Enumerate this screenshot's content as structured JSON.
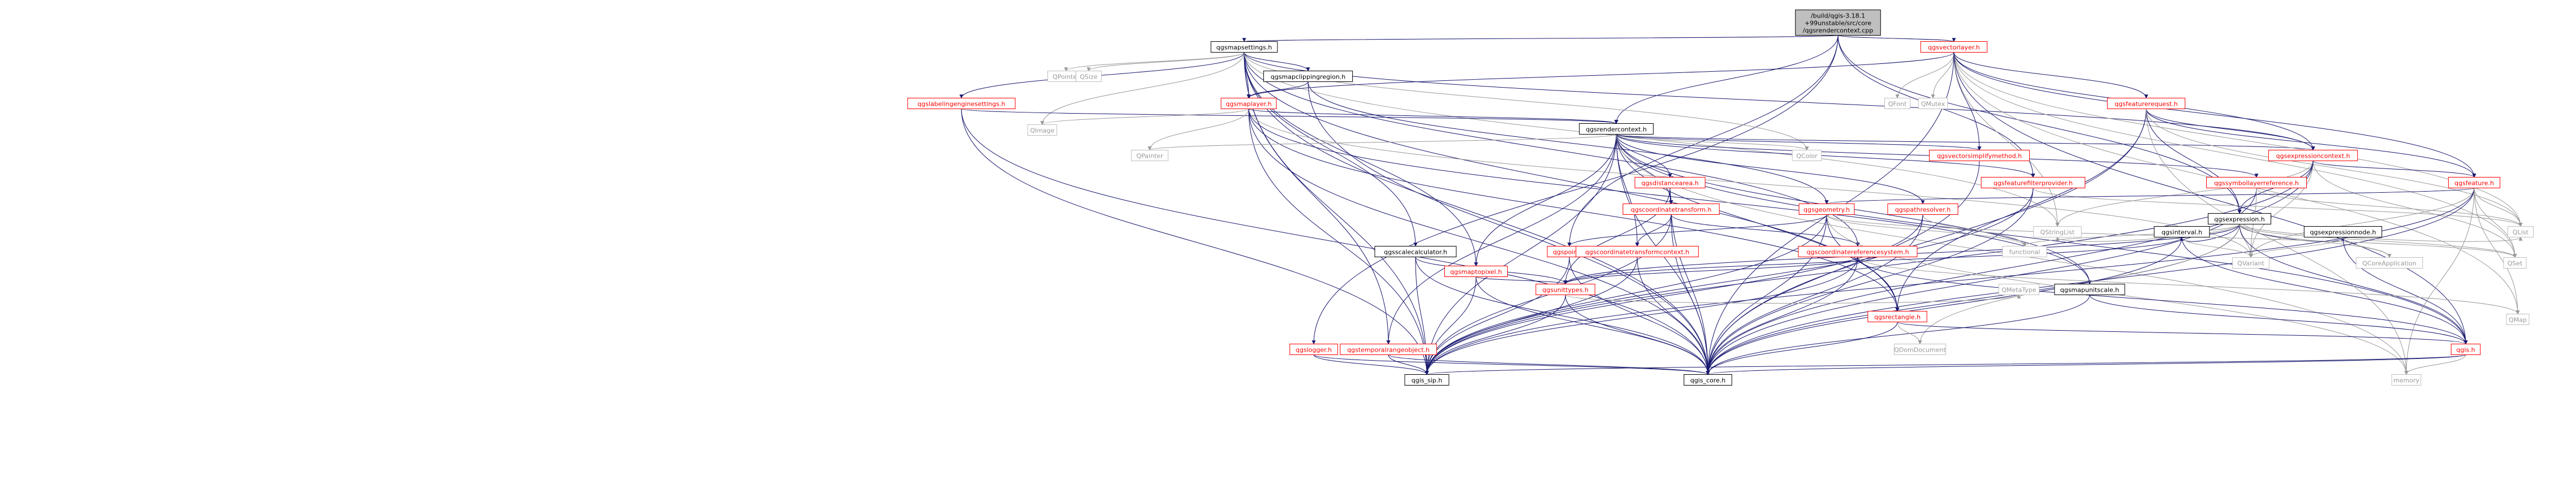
{
  "colors": {
    "root_fill": "#bfbfbf",
    "node_fill": "#ffffff",
    "node_border_red": "#ff0000",
    "node_border_gray": "#bfbfbf",
    "node_border_black": "#000000",
    "text_red": "#ff0000",
    "text_black": "#000000",
    "text_gray": "#999999",
    "edge_navy": "#191970",
    "edge_gray": "#999999"
  },
  "nodes": [
    {
      "id": "root",
      "lines": [
        "/build/qgis-3.18.1",
        "+99unstable/src/core",
        "/qgsrendercontext.cpp"
      ],
      "style": "root"
    },
    {
      "id": "qgsmapsettings",
      "lines": [
        "qgsmapsettings.h"
      ],
      "style": "black"
    },
    {
      "id": "qgsvectorlayer",
      "lines": [
        "qgsvectorlayer.h"
      ],
      "style": "red"
    },
    {
      "id": "qpointer",
      "lines": [
        "QPointer"
      ],
      "style": "gray"
    },
    {
      "id": "qsize",
      "lines": [
        "QSize"
      ],
      "style": "gray"
    },
    {
      "id": "qgsmapclippingregion",
      "lines": [
        "qgsmapclippingregion.h"
      ],
      "style": "black"
    },
    {
      "id": "qgslabelingenginesettings",
      "lines": [
        "qgslabelingenginesettings.h"
      ],
      "style": "red"
    },
    {
      "id": "qgsmaplayer",
      "lines": [
        "qgsmaplayer.h"
      ],
      "style": "red"
    },
    {
      "id": "qimage",
      "lines": [
        "QImage"
      ],
      "style": "gray"
    },
    {
      "id": "qgsrendercontext",
      "lines": [
        "qgsrendercontext.h"
      ],
      "style": "black"
    },
    {
      "id": "qpainter",
      "lines": [
        "QPainter"
      ],
      "style": "gray"
    },
    {
      "id": "qcolor",
      "lines": [
        "QColor"
      ],
      "style": "gray"
    },
    {
      "id": "qfont",
      "lines": [
        "QFont"
      ],
      "style": "gray"
    },
    {
      "id": "qmutex",
      "lines": [
        "QMutex"
      ],
      "style": "gray"
    },
    {
      "id": "qgsfeaturerequest",
      "lines": [
        "qgsfeaturerequest.h"
      ],
      "style": "red"
    },
    {
      "id": "qgsvectorsimplifymethod",
      "lines": [
        "qgsvectorsimplifymethod.h"
      ],
      "style": "red"
    },
    {
      "id": "qgsexpressioncontext",
      "lines": [
        "qgsexpressioncontext.h"
      ],
      "style": "red"
    },
    {
      "id": "qgsfeaturefilterprovider",
      "lines": [
        "qgsfeaturefilterprovider.h"
      ],
      "style": "red"
    },
    {
      "id": "qgssymbollayerreference",
      "lines": [
        "qgssymbollayerreference.h"
      ],
      "style": "red"
    },
    {
      "id": "qgsdistancearea",
      "lines": [
        "qgsdistancearea.h"
      ],
      "style": "red"
    },
    {
      "id": "qgsexpression",
      "lines": [
        "qgsexpression.h"
      ],
      "style": "black"
    },
    {
      "id": "qgsfeature",
      "lines": [
        "qgsfeature.h"
      ],
      "style": "red"
    },
    {
      "id": "qgscoordinatetransform",
      "lines": [
        "qgscoordinatetransform.h"
      ],
      "style": "red"
    },
    {
      "id": "qgsgeometry",
      "lines": [
        "qgsgeometry.h"
      ],
      "style": "red"
    },
    {
      "id": "qgspathresolver",
      "lines": [
        "qgspathresolver.h"
      ],
      "style": "red"
    },
    {
      "id": "qgsinterval",
      "lines": [
        "qgsinterval.h"
      ],
      "style": "black"
    },
    {
      "id": "qgsexpressionnode",
      "lines": [
        "qgsexpressionnode.h"
      ],
      "style": "black"
    },
    {
      "id": "qstringlist",
      "lines": [
        "QStringList"
      ],
      "style": "gray"
    },
    {
      "id": "qlist",
      "lines": [
        "QList"
      ],
      "style": "gray"
    },
    {
      "id": "qgsscalecalculator",
      "lines": [
        "qgsscalecalculator.h"
      ],
      "style": "black"
    },
    {
      "id": "qgspoint",
      "lines": [
        "qgspoint.h"
      ],
      "style": "red"
    },
    {
      "id": "qgsmaptopixel",
      "lines": [
        "qgsmaptopixel.h"
      ],
      "style": "red"
    },
    {
      "id": "qgscoordinatetransformcontext",
      "lines": [
        "qgscoordinatetransformcontext.h"
      ],
      "style": "red"
    },
    {
      "id": "qgscoordinatereferencesystem",
      "lines": [
        "qgscoordinatereferencesystem.h"
      ],
      "style": "red"
    },
    {
      "id": "functional",
      "lines": [
        "functional"
      ],
      "style": "gray"
    },
    {
      "id": "qvariant",
      "lines": [
        "QVariant"
      ],
      "style": "gray"
    },
    {
      "id": "qcoreapplication",
      "lines": [
        "QCoreApplication"
      ],
      "style": "gray"
    },
    {
      "id": "qset",
      "lines": [
        "QSet"
      ],
      "style": "gray"
    },
    {
      "id": "qgsunittypes",
      "lines": [
        "qgsunittypes.h"
      ],
      "style": "red"
    },
    {
      "id": "qmetatype",
      "lines": [
        "QMetaType"
      ],
      "style": "gray"
    },
    {
      "id": "qgsmapunitscale",
      "lines": [
        "qgsmapunitscale.h"
      ],
      "style": "black"
    },
    {
      "id": "qmap",
      "lines": [
        "QMap"
      ],
      "style": "gray"
    },
    {
      "id": "qgsrectangle",
      "lines": [
        "qgsrectangle.h"
      ],
      "style": "red"
    },
    {
      "id": "qgstemporalrangeobject",
      "lines": [
        "qgstemporalrangeobject.h"
      ],
      "style": "red"
    },
    {
      "id": "qgslogger",
      "lines": [
        "qgslogger.h"
      ],
      "style": "red"
    },
    {
      "id": "qdomdocument",
      "lines": [
        "QDomDocument"
      ],
      "style": "gray"
    },
    {
      "id": "qgis",
      "lines": [
        "qgis.h"
      ],
      "style": "red"
    },
    {
      "id": "qgis_sip",
      "lines": [
        "qgis_sip.h"
      ],
      "style": "black"
    },
    {
      "id": "qgis_core",
      "lines": [
        "qgis_core.h"
      ],
      "style": "black"
    },
    {
      "id": "memory",
      "lines": [
        "memory"
      ],
      "style": "gray"
    }
  ],
  "edges": [
    [
      "root",
      "qgsmapsettings"
    ],
    [
      "root",
      "qgsvectorlayer"
    ],
    [
      "root",
      "qgsrendercontext"
    ],
    [
      "root",
      "qgsexpression"
    ],
    [
      "root",
      "qgsfeaturefilterprovider"
    ],
    [
      "root",
      "qgslogger"
    ],
    [
      "root",
      "qgspoint"
    ],
    [
      "qgsmapsettings",
      "qpointer"
    ],
    [
      "qgsmapsettings",
      "qsize"
    ],
    [
      "qgsmapsettings",
      "qimage"
    ],
    [
      "qgsmapsettings",
      "qcolor"
    ],
    [
      "qgsmapsettings",
      "qgsmapclippingregion"
    ],
    [
      "qgsmapsettings",
      "qgslabelingenginesettings"
    ],
    [
      "qgsmapsettings",
      "qgsmaplayer"
    ],
    [
      "qgsmapsettings",
      "qgsexpressioncontext"
    ],
    [
      "qgsmapsettings",
      "qgscoordinatereferencesystem"
    ],
    [
      "qgsmapsettings",
      "qgsrectangle"
    ],
    [
      "qgsmapsettings",
      "qgsscalecalculator"
    ],
    [
      "qgsmapsettings",
      "qgsmaptopixel"
    ],
    [
      "qgsmapsettings",
      "qgstemporalrangeobject"
    ],
    [
      "qgsmapsettings",
      "qgis_sip"
    ],
    [
      "qgsmapsettings",
      "qgis_core"
    ],
    [
      "qgsmapsettings",
      "qstringlist"
    ],
    [
      "qgsmapclippingregion",
      "qgsgeometry"
    ],
    [
      "qgsmapclippingregion",
      "qgsmaplayer"
    ],
    [
      "qgsmapclippingregion",
      "qgis_core"
    ],
    [
      "qgslabelingenginesettings",
      "qgsrendercontext"
    ],
    [
      "qgslabelingenginesettings",
      "qgis_core"
    ],
    [
      "qgslabelingenginesettings",
      "qgis_sip"
    ],
    [
      "qgsmaplayer",
      "qgsrendercontext"
    ],
    [
      "qgsmaplayer",
      "qimage"
    ],
    [
      "qgsmaplayer",
      "qpainter"
    ],
    [
      "qgsmaplayer",
      "qgsrectangle"
    ],
    [
      "qgsmaplayer",
      "qgis_core"
    ],
    [
      "qgsmaplayer",
      "qgis_sip"
    ],
    [
      "qgsmaplayer",
      "qvariant"
    ],
    [
      "qgsmaplayer",
      "qgsmapunitscale"
    ],
    [
      "qgsrendercontext",
      "qpainter"
    ],
    [
      "qgsrendercontext",
      "qcolor"
    ],
    [
      "qgsrendercontext",
      "qgsvectorsimplifymethod"
    ],
    [
      "qgsrendercontext",
      "qgsexpressioncontext"
    ],
    [
      "qgsrendercontext",
      "qgsfeaturefilterprovider"
    ],
    [
      "qgsrendercontext",
      "qgssymbollayerreference"
    ],
    [
      "qgsrendercontext",
      "qgsdistancearea"
    ],
    [
      "qgsrendercontext",
      "qgscoordinatetransform"
    ],
    [
      "qgsrendercontext",
      "qgsmaptopixel"
    ],
    [
      "qgsrendercontext",
      "qgsrectangle"
    ],
    [
      "qgsrendercontext",
      "qgstemporalrangeobject"
    ],
    [
      "qgsrendercontext",
      "qgis_core"
    ],
    [
      "qgsrendercontext",
      "qgis_sip"
    ],
    [
      "qgsrendercontext",
      "qgscoordinatetransformcontext"
    ],
    [
      "qgsrendercontext",
      "qgspathresolver"
    ],
    [
      "qgsrendercontext",
      "qgsmapunitscale"
    ],
    [
      "qgsrendercontext",
      "qgis"
    ],
    [
      "qgsrendercontext",
      "memory"
    ],
    [
      "qgsvectorlayer",
      "qfont"
    ],
    [
      "qgsvectorlayer",
      "qmutex"
    ],
    [
      "qgsvectorlayer",
      "qgsfeaturerequest"
    ],
    [
      "qgsvectorlayer",
      "qgsvectorsimplifymethod"
    ],
    [
      "qgsvectorlayer",
      "qgsexpressioncontext"
    ],
    [
      "qgsvectorlayer",
      "qgsmaplayer"
    ],
    [
      "qgsvectorlayer",
      "qgsfeature"
    ],
    [
      "qgsvectorlayer",
      "qset"
    ],
    [
      "qgsvectorlayer",
      "qlist"
    ],
    [
      "qgsvectorlayer",
      "qmap"
    ],
    [
      "qgsvectorlayer",
      "qstringlist"
    ],
    [
      "qgsvectorlayer",
      "qgis"
    ],
    [
      "qgsvectorlayer",
      "qgis_core"
    ],
    [
      "qgsfeaturerequest",
      "qgsexpressioncontext"
    ],
    [
      "qgsfeaturerequest",
      "qgsexpression"
    ],
    [
      "qgsfeaturerequest",
      "qgsfeature"
    ],
    [
      "qgsfeaturerequest",
      "qgsrectangle"
    ],
    [
      "qgsfeaturerequest",
      "qlist"
    ],
    [
      "qgsfeaturerequest",
      "qgis_core"
    ],
    [
      "qgsfeaturerequest",
      "memory"
    ],
    [
      "qgsvectorsimplifymethod",
      "qgis_core"
    ],
    [
      "qgsexpressioncontext",
      "qgsexpression"
    ],
    [
      "qgsexpressioncontext",
      "qgsfeature"
    ],
    [
      "qgsexpressioncontext",
      "qvariant"
    ],
    [
      "qgsexpressioncontext",
      "qset"
    ],
    [
      "qgsexpressioncontext",
      "qstringlist"
    ],
    [
      "qgsexpressioncontext",
      "qgis_core"
    ],
    [
      "qgsexpressioncontext",
      "qgis_sip"
    ],
    [
      "qgsfeaturefilterprovider",
      "qgis_core"
    ],
    [
      "qgsfeaturefilterprovider",
      "qgis_sip"
    ],
    [
      "qgsfeaturefilterprovider",
      "qlist"
    ],
    [
      "qgssymbollayerreference",
      "qgis_core"
    ],
    [
      "qgssymbollayerreference",
      "qlist"
    ],
    [
      "qgssymbollayerreference",
      "qvariant"
    ],
    [
      "qgsdistancearea",
      "qgscoordinatetransform"
    ],
    [
      "qgsdistancearea",
      "qgsunittypes"
    ],
    [
      "qgsdistancearea",
      "qgis_core"
    ],
    [
      "qgsexpression",
      "qgsinterval"
    ],
    [
      "qgsexpression",
      "qgsexpressionnode"
    ],
    [
      "qgsexpression",
      "qgsunittypes"
    ],
    [
      "qgsexpression",
      "qstringlist"
    ],
    [
      "qgsexpression",
      "qvariant"
    ],
    [
      "qgsexpression",
      "qlist"
    ],
    [
      "qgsexpression",
      "qset"
    ],
    [
      "qgsexpression",
      "qcoreapplication"
    ],
    [
      "qgsexpression",
      "qgis_core"
    ],
    [
      "qgsexpression",
      "qgis"
    ],
    [
      "qgsexpression",
      "functional"
    ],
    [
      "qgsexpression",
      "qdomdocument"
    ],
    [
      "qgsfeature",
      "qlist"
    ],
    [
      "qgsfeature",
      "qmap"
    ],
    [
      "qgsfeature",
      "qset"
    ],
    [
      "qgsfeature",
      "qvariant"
    ],
    [
      "qgsfeature",
      "qgsgeometry"
    ],
    [
      "qgsfeature",
      "qgis_core"
    ],
    [
      "qgsfeature",
      "qgis_sip"
    ],
    [
      "qgsfeature",
      "memory"
    ],
    [
      "qgscoordinatetransform",
      "qgscoordinatereferencesystem"
    ],
    [
      "qgscoordinatetransform",
      "qgscoordinatetransformcontext"
    ],
    [
      "qgscoordinatetransform",
      "qgis_core"
    ],
    [
      "qgscoordinatetransform",
      "qgis_sip"
    ],
    [
      "qgsgeometry",
      "qgspoint"
    ],
    [
      "qgsgeometry",
      "qgsrectangle"
    ],
    [
      "qgsgeometry",
      "qgis_core"
    ],
    [
      "qgsgeometry",
      "qgis_sip"
    ],
    [
      "qgsgeometry",
      "functional"
    ],
    [
      "qgsgeometry",
      "qset"
    ],
    [
      "qgsgeometry",
      "memory"
    ],
    [
      "qgspathresolver",
      "qgis_core"
    ],
    [
      "qgspathresolver",
      "functional"
    ],
    [
      "qgspathresolver",
      "qgis_sip"
    ],
    [
      "qgsinterval",
      "qgis"
    ],
    [
      "qgsinterval",
      "qgis_core"
    ],
    [
      "qgsinterval",
      "qvariant"
    ],
    [
      "qgsinterval",
      "qgsunittypes"
    ],
    [
      "qgsexpressionnode",
      "qgis"
    ],
    [
      "qgsexpressionnode",
      "qvariant"
    ],
    [
      "qgsexpressionnode",
      "qcoreapplication"
    ],
    [
      "qgsscalecalculator",
      "qgsunittypes"
    ],
    [
      "qgsscalecalculator",
      "qgis_core"
    ],
    [
      "qgsscalecalculator",
      "qgis_sip"
    ],
    [
      "qgspoint",
      "qgis_core"
    ],
    [
      "qgspoint",
      "qgis_sip"
    ],
    [
      "qgsmaptopixel",
      "qgsunittypes"
    ],
    [
      "qgsmaptopixel",
      "qgis_core"
    ],
    [
      "qgsmaptopixel",
      "qgis_sip"
    ],
    [
      "qgscoordinatetransformcontext",
      "qgis_core"
    ],
    [
      "qgscoordinatetransformcontext",
      "qgis_sip"
    ],
    [
      "qgscoordinatereferencesystem",
      "qgsunittypes"
    ],
    [
      "qgscoordinatereferencesystem",
      "qgis"
    ],
    [
      "qgscoordinatereferencesystem",
      "qgis_core"
    ],
    [
      "qgscoordinatereferencesystem",
      "qmap"
    ],
    [
      "qgscoordinatereferencesystem",
      "qgis_sip"
    ],
    [
      "qgsunittypes",
      "qgis_core"
    ],
    [
      "qgsunittypes",
      "qgis_sip"
    ],
    [
      "qgsunittypes",
      "qmetatype"
    ],
    [
      "qgsmapunitscale",
      "qgis"
    ],
    [
      "qgsmapunitscale",
      "qgis_core"
    ],
    [
      "qgsrectangle",
      "qgis_core"
    ],
    [
      "qgsrectangle",
      "qdomdocument"
    ],
    [
      "qgsrectangle",
      "qgis"
    ],
    [
      "qgstemporalrangeobject",
      "qgis_core"
    ],
    [
      "qgstemporalrangeobject",
      "qgis_sip"
    ],
    [
      "qgslogger",
      "qgis_core"
    ],
    [
      "qgslogger",
      "qgis_sip"
    ],
    [
      "qgis",
      "qgis_core"
    ],
    [
      "qgis",
      "qgis_sip"
    ],
    [
      "qgis",
      "memory"
    ]
  ]
}
